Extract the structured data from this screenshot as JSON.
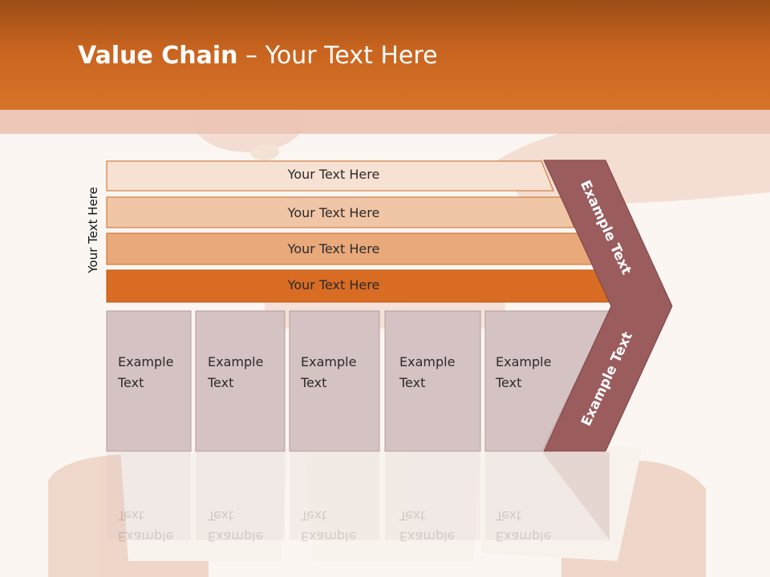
{
  "title": {
    "bold": "Value Chain",
    "rest": " – Your Text Here"
  },
  "side_label": "Your Text Here",
  "bars": [
    {
      "label": "Your Text Here",
      "color": "#f7e1d2"
    },
    {
      "label": "Your Text Here",
      "color": "#f1c6a6"
    },
    {
      "label": "Your Text Here",
      "color": "#e9a97a"
    },
    {
      "label": "Your Text Here",
      "color": "#d96c23"
    }
  ],
  "cells": [
    {
      "line1": "Example",
      "line2": "Text"
    },
    {
      "line1": "Example",
      "line2": "Text"
    },
    {
      "line1": "Example",
      "line2": "Text"
    },
    {
      "line1": "Example",
      "line2": "Text"
    },
    {
      "line1": "Example",
      "line2": "Text"
    }
  ],
  "chevron": {
    "upper": "Example Text",
    "lower": "Example Text",
    "color": "#9b5c5e"
  },
  "colors": {
    "header": "#c8641f",
    "cell_fill": "#d5c2c2",
    "bar_border": "#c96a26"
  }
}
